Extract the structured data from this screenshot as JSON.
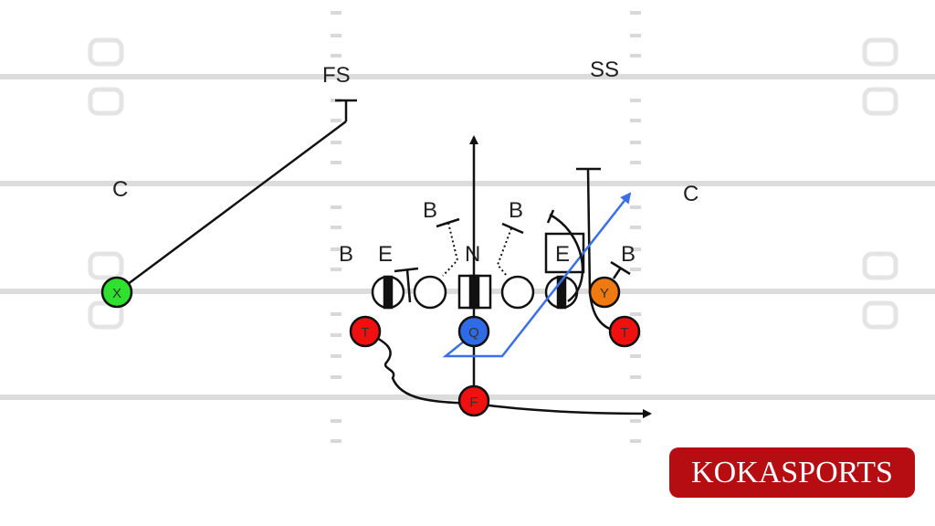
{
  "diagram": {
    "type": "football-play",
    "colors": {
      "field_line": "#dcdcdc",
      "hash": "#d8d8d8",
      "route": "#111111",
      "blue_route": "#3a6fe8",
      "x_fill": "#2fe02f",
      "q_fill": "#2f6be6",
      "y_fill": "#f07a10",
      "red_fill": "#f01010"
    },
    "defense_labels": [
      {
        "id": "fs",
        "text": "FS"
      },
      {
        "id": "ss",
        "text": "SS"
      },
      {
        "id": "c_left",
        "text": "C"
      },
      {
        "id": "c_right",
        "text": "C"
      },
      {
        "id": "b_outer_left",
        "text": "B"
      },
      {
        "id": "e_left",
        "text": "E"
      },
      {
        "id": "b_inner_left",
        "text": "B"
      },
      {
        "id": "n",
        "text": "N"
      },
      {
        "id": "b_inner_right",
        "text": "B"
      },
      {
        "id": "e_right",
        "text": "E"
      },
      {
        "id": "b_outer_right",
        "text": "B"
      }
    ],
    "offense_players": [
      {
        "id": "x",
        "text": "X"
      },
      {
        "id": "q",
        "text": "Q"
      },
      {
        "id": "y",
        "text": "Y"
      },
      {
        "id": "t_left",
        "text": "T"
      },
      {
        "id": "t_right",
        "text": "T"
      },
      {
        "id": "f",
        "text": "F"
      }
    ]
  },
  "brand": {
    "logo_text": "KOKASPORTS"
  }
}
